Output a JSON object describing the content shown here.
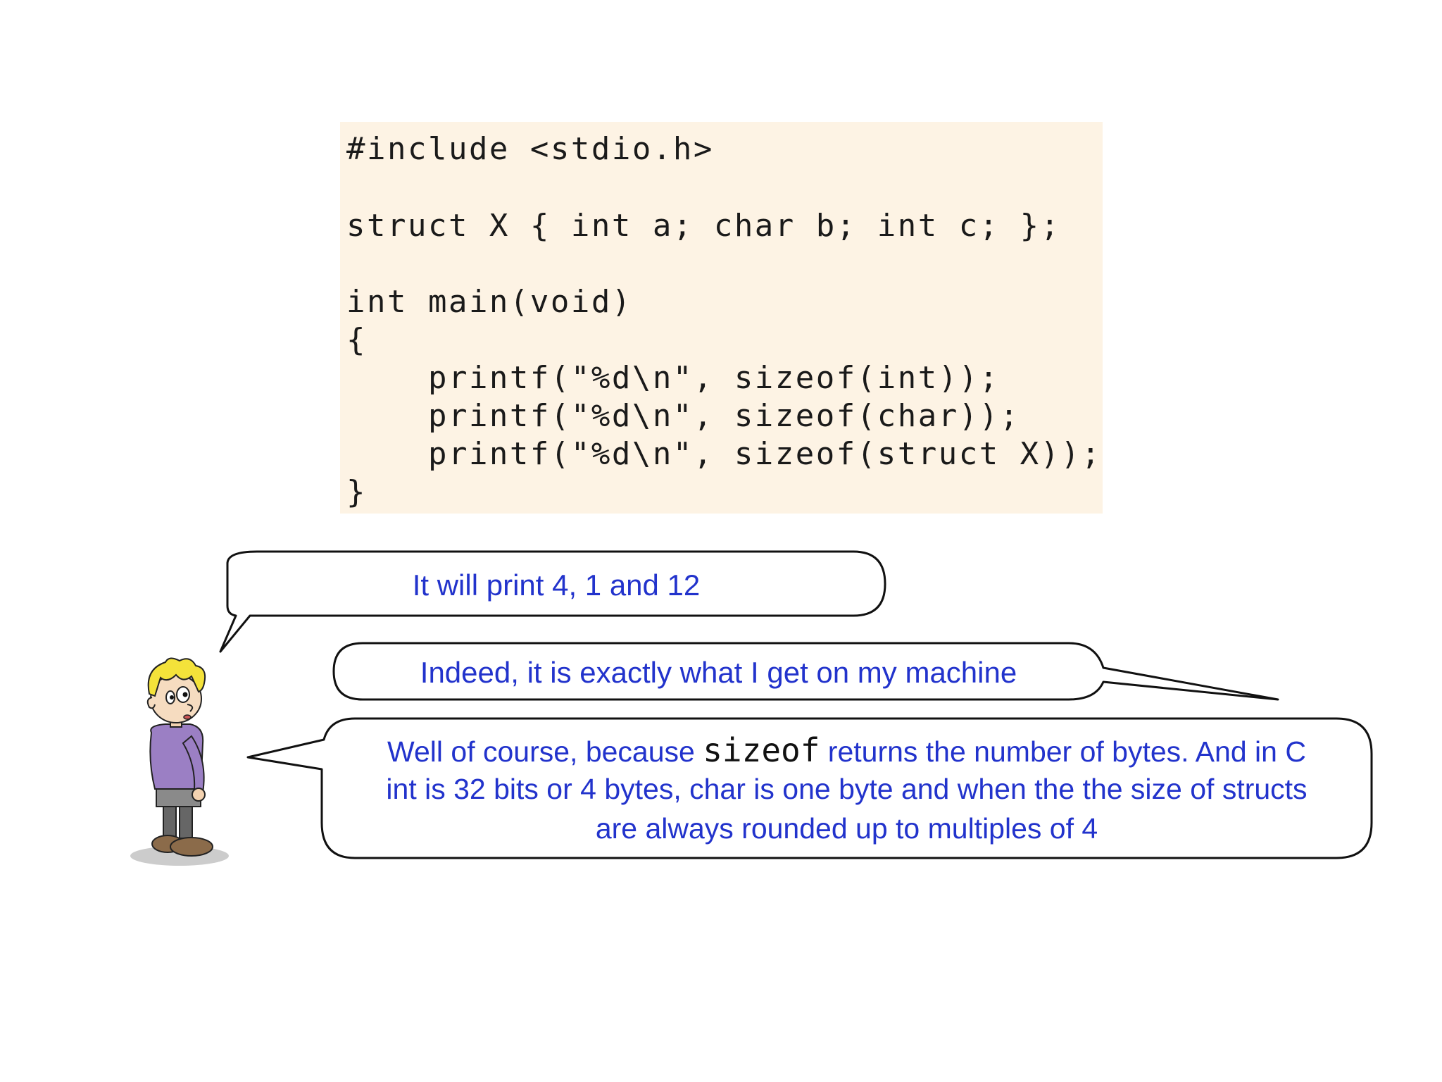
{
  "code": {
    "lines": [
      "#include <stdio.h>",
      "",
      "struct X { int a; char b; int c; };",
      "",
      "int main(void)",
      "{",
      "    printf(\"%d\\n\", sizeof(int));",
      "    printf(\"%d\\n\", sizeof(char));",
      "    printf(\"%d\\n\", sizeof(struct X));",
      "}"
    ]
  },
  "dialogue": {
    "bubble1": "It will print 4, 1 and 12",
    "bubble2": "Indeed, it is exactly what I get on my machine",
    "bubble3": {
      "line1_before": "Well of course, because ",
      "line1_code": "sizeof",
      "line1_after": " returns the number of bytes. And in C",
      "line2": "int is 32 bits or 4 bytes, char is one byte and when the the size of structs",
      "line3": "are always rounded up to multiples of 4"
    }
  },
  "colors": {
    "speech_text": "#2233cc",
    "code_background": "#fdf3e4"
  },
  "icons": {
    "character": "cartoon-boy-icon"
  }
}
